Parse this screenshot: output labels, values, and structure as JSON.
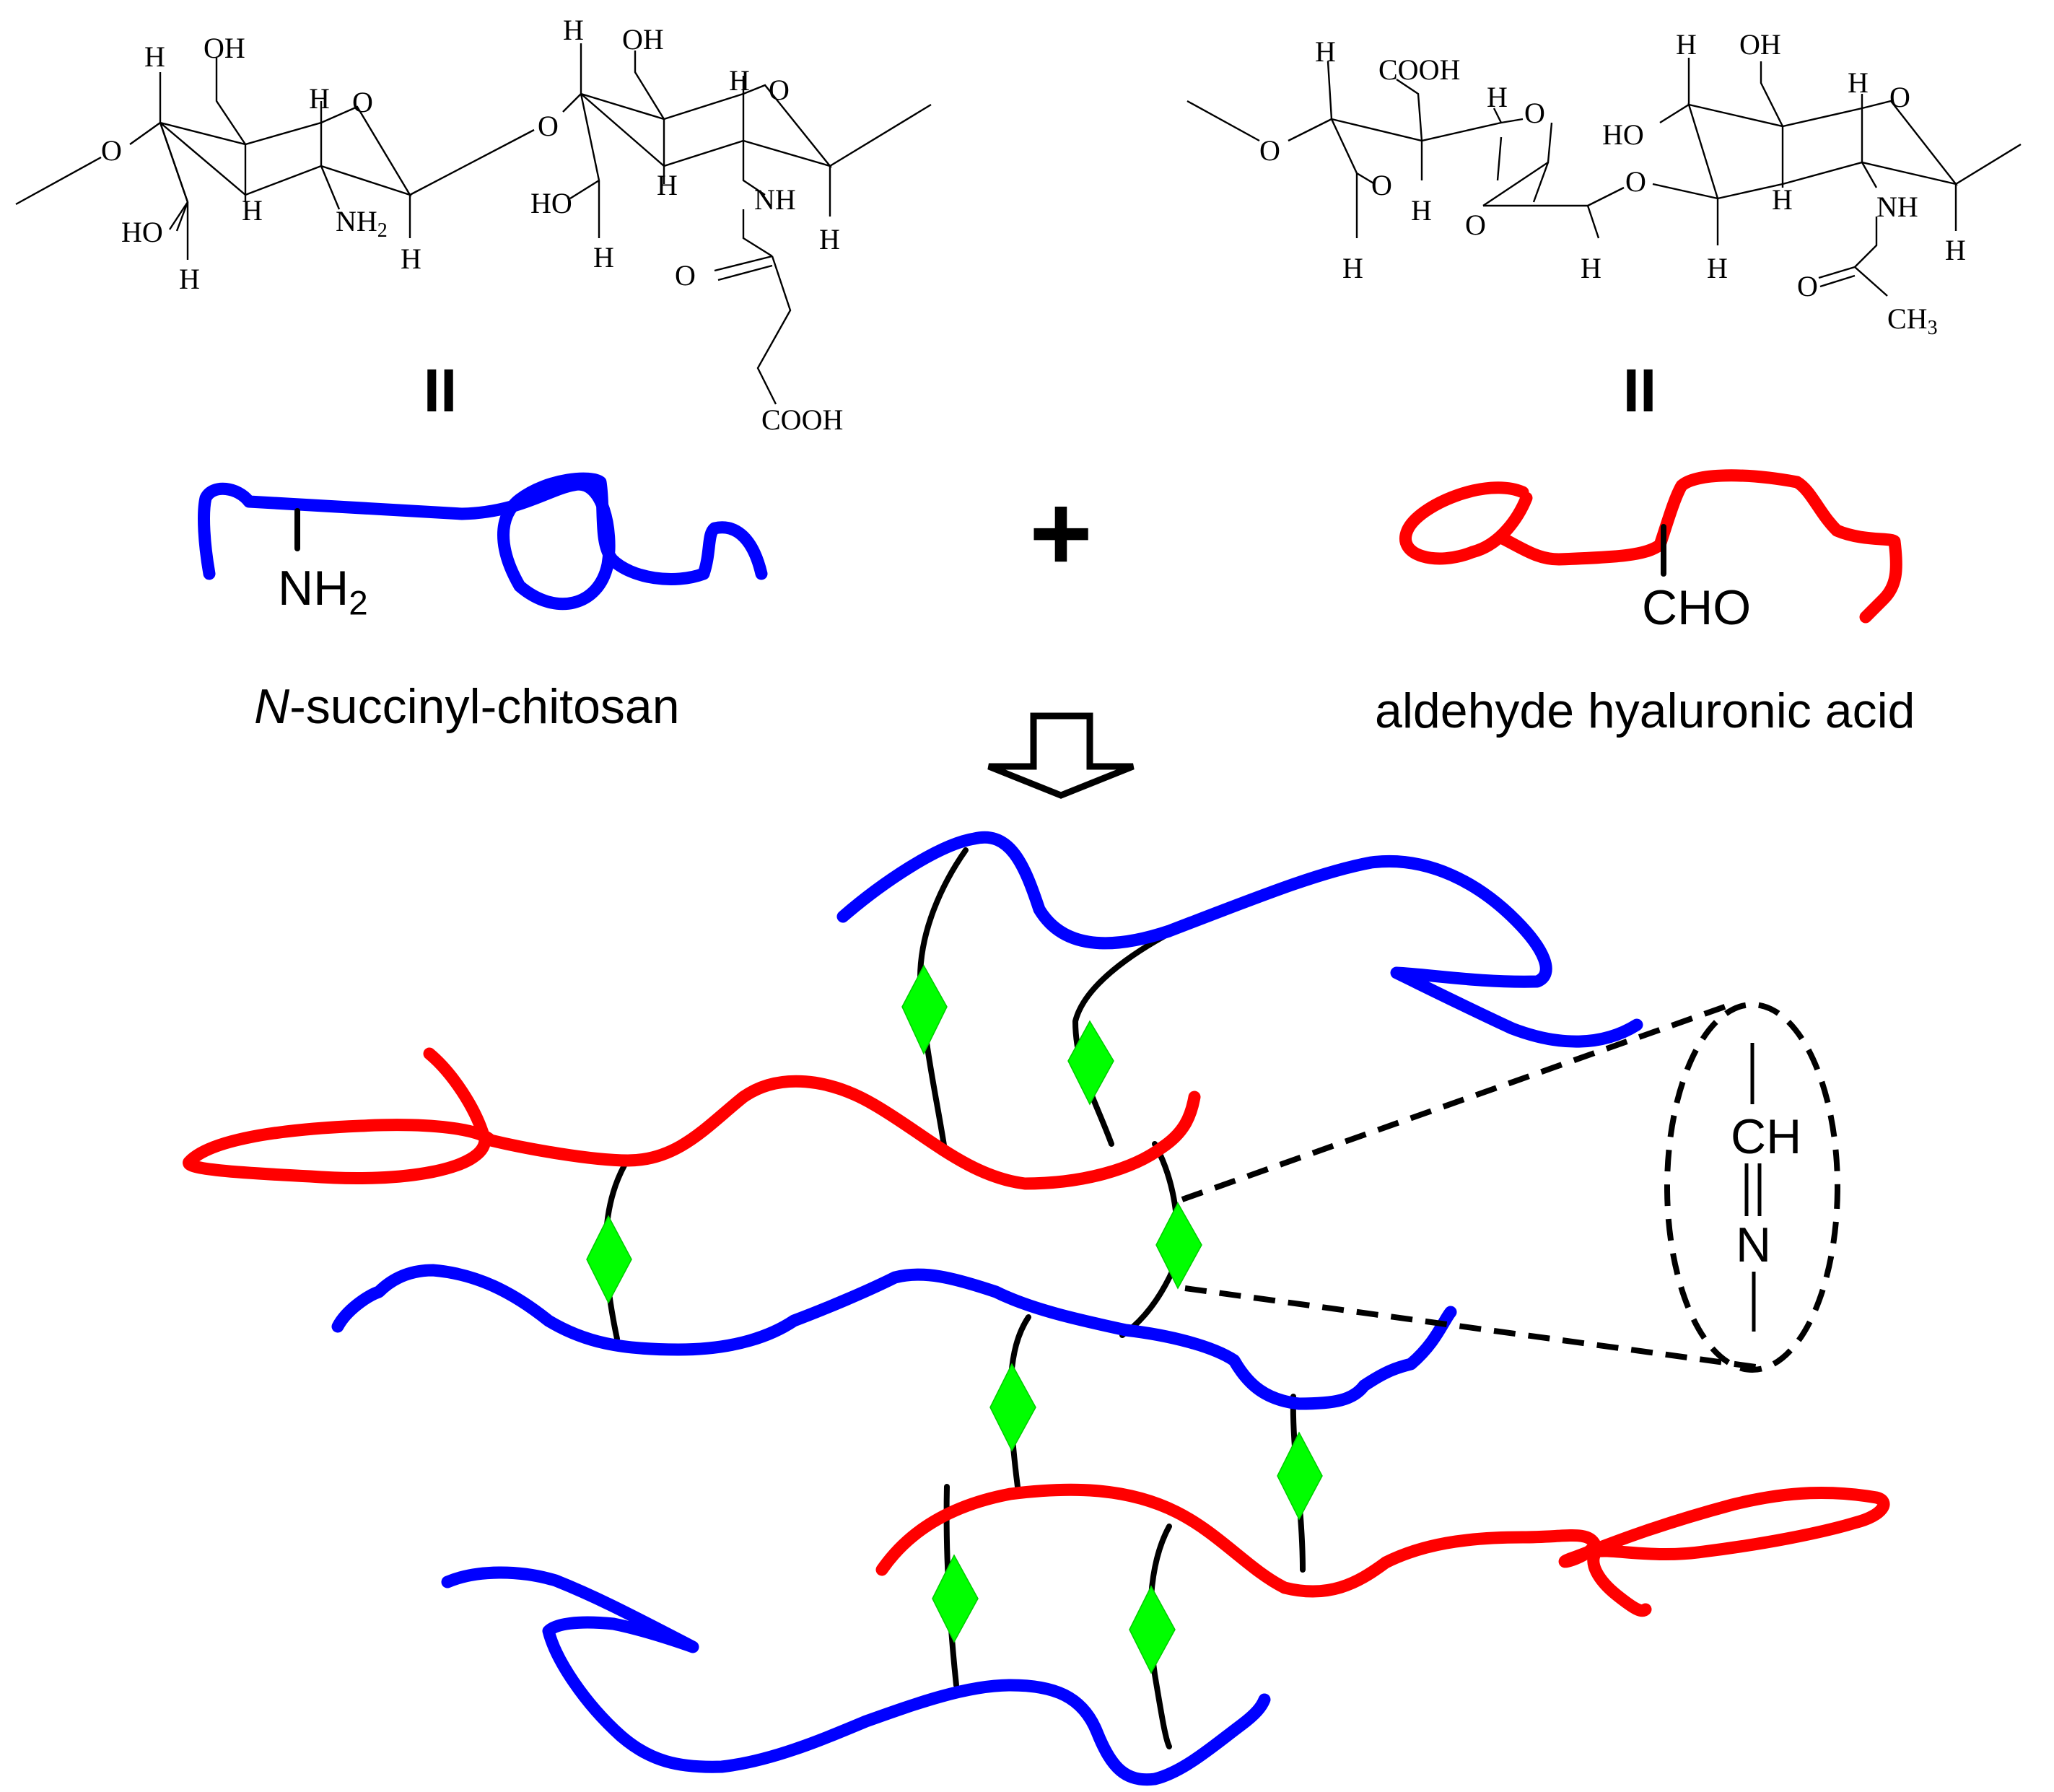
{
  "colors": {
    "chitosan": "#0000ff",
    "hyaluronic": "#ff0000",
    "crosslink": "#000000",
    "imine_node": "#00ff00"
  },
  "chitosan_structure": {
    "atoms": {
      "h1": "H",
      "oh1": "OH",
      "h2": "H",
      "o_ring1": "O",
      "o_left": "O",
      "ho1": "HO",
      "h3": "H",
      "h4": "H",
      "nh2": "NH2",
      "h5": "H",
      "o_link": "O",
      "h6": "H",
      "oh2": "OH",
      "h7": "H",
      "o_ring2": "O",
      "ho2": "HO",
      "h8": "H",
      "h9": "H",
      "nh": "NH",
      "h10": "H",
      "o_carbonyl": "O",
      "cooh": "COOH"
    },
    "equals": "II"
  },
  "ha_structure": {
    "atoms": {
      "o_left": "O",
      "h1": "H",
      "cooh": "COOH",
      "h2": "H",
      "o_ring1": "O",
      "o_ald1": "O",
      "h3": "H",
      "h4": "H",
      "o_ald2": "O",
      "h5": "H",
      "o_link": "O",
      "h6": "H",
      "oh": "OH",
      "ho": "HO",
      "h7": "H",
      "o_ring2": "O",
      "h8": "H",
      "h9": "H",
      "nh": "NH",
      "h10": "H",
      "o_carbonyl": "O",
      "ch3": "CH3"
    },
    "equals": "II"
  },
  "reactants": {
    "chitosan_group": "NH2",
    "ha_group": "CHO",
    "plus": "+",
    "chitosan_name_italic": "N",
    "chitosan_name_rest": "-succinyl-chitosan",
    "ha_name": "aldehyde hyaluronic acid"
  },
  "imine_callout": {
    "ch": "CH",
    "n": "N"
  }
}
